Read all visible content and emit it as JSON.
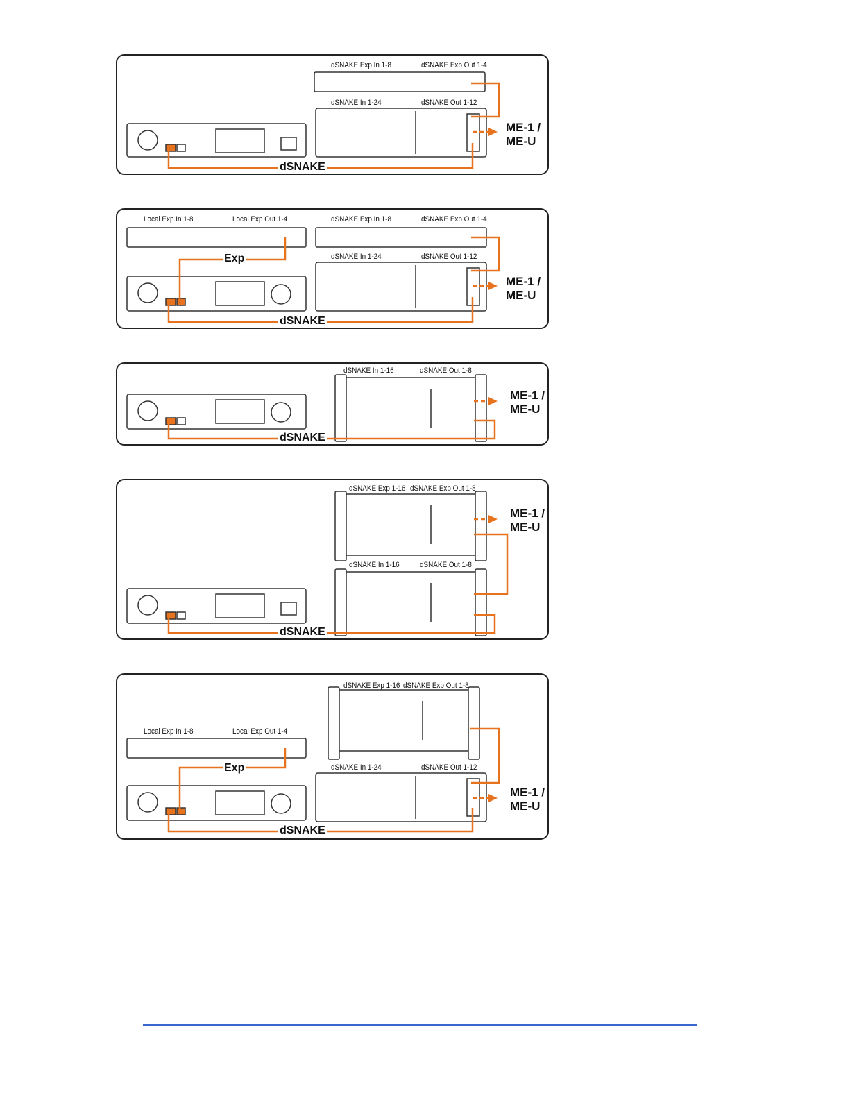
{
  "panels": [
    {
      "labels": [
        "dSNAKE Exp In 1-8",
        "dSNAKE Exp Out 1-4",
        "dSNAKE In 1-24",
        "dSNAKE Out 1-12"
      ],
      "cable_labels": [
        "dSNAKE"
      ],
      "output_lines": [
        "ME-1 /",
        "ME-U"
      ]
    },
    {
      "labels": [
        "Local Exp In 1-8",
        "Local Exp Out 1-4",
        "dSNAKE Exp In 1-8",
        "dSNAKE Exp Out 1-4",
        "dSNAKE In 1-24",
        "dSNAKE Out 1-12"
      ],
      "cable_labels": [
        "Exp",
        "dSNAKE"
      ],
      "output_lines": [
        "ME-1 /",
        "ME-U"
      ]
    },
    {
      "labels": [
        "dSNAKE In 1-16",
        "dSNAKE Out 1-8"
      ],
      "cable_labels": [
        "dSNAKE"
      ],
      "output_lines": [
        "ME-1 /",
        "ME-U"
      ]
    },
    {
      "labels": [
        "dSNAKE Exp 1-16",
        "dSNAKE Exp Out 1-8",
        "dSNAKE In 1-16",
        "dSNAKE Out 1-8"
      ],
      "cable_labels": [
        "dSNAKE"
      ],
      "output_lines": [
        "ME-1 /",
        "ME-U"
      ]
    },
    {
      "labels": [
        "dSNAKE Exp 1-16",
        "dSNAKE Exp Out 1-8",
        "Local Exp In 1-8",
        "Local Exp Out 1-4",
        "dSNAKE In 1-24",
        "dSNAKE Out 1-12"
      ],
      "cable_labels": [
        "Exp",
        "dSNAKE"
      ],
      "output_lines": [
        "ME-1 /",
        "ME-U"
      ]
    }
  ],
  "colors": {
    "cable": "#e8731f",
    "device": "#333333",
    "frame": "#222222",
    "footer_rule": "#3a66d0"
  }
}
